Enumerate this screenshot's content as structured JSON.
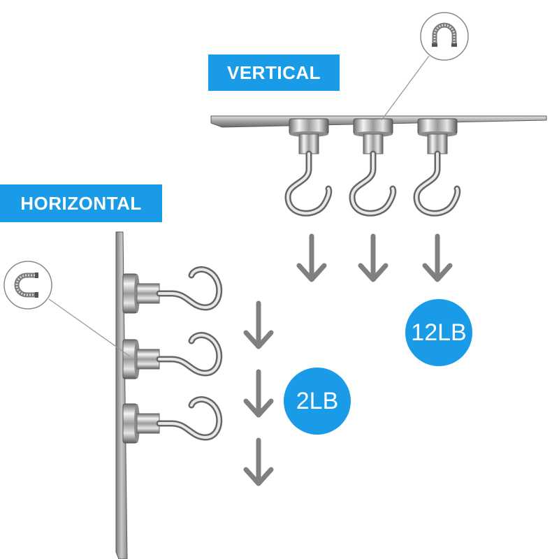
{
  "labels": {
    "vertical": "VERTICAL",
    "horizontal": "HORIZONTAL"
  },
  "capacities": {
    "vertical": "12LB",
    "horizontal": "2LB"
  },
  "icons": {
    "magnet_vertical": "horseshoe-magnet-icon",
    "magnet_horizontal": "horseshoe-magnet-icon",
    "arrow": "down-arrow-icon"
  },
  "colors": {
    "accent": "#1a9be8",
    "arrow": "#808080",
    "metal_plate": "#a9a9a9",
    "callout_line": "#9a9a9a"
  }
}
